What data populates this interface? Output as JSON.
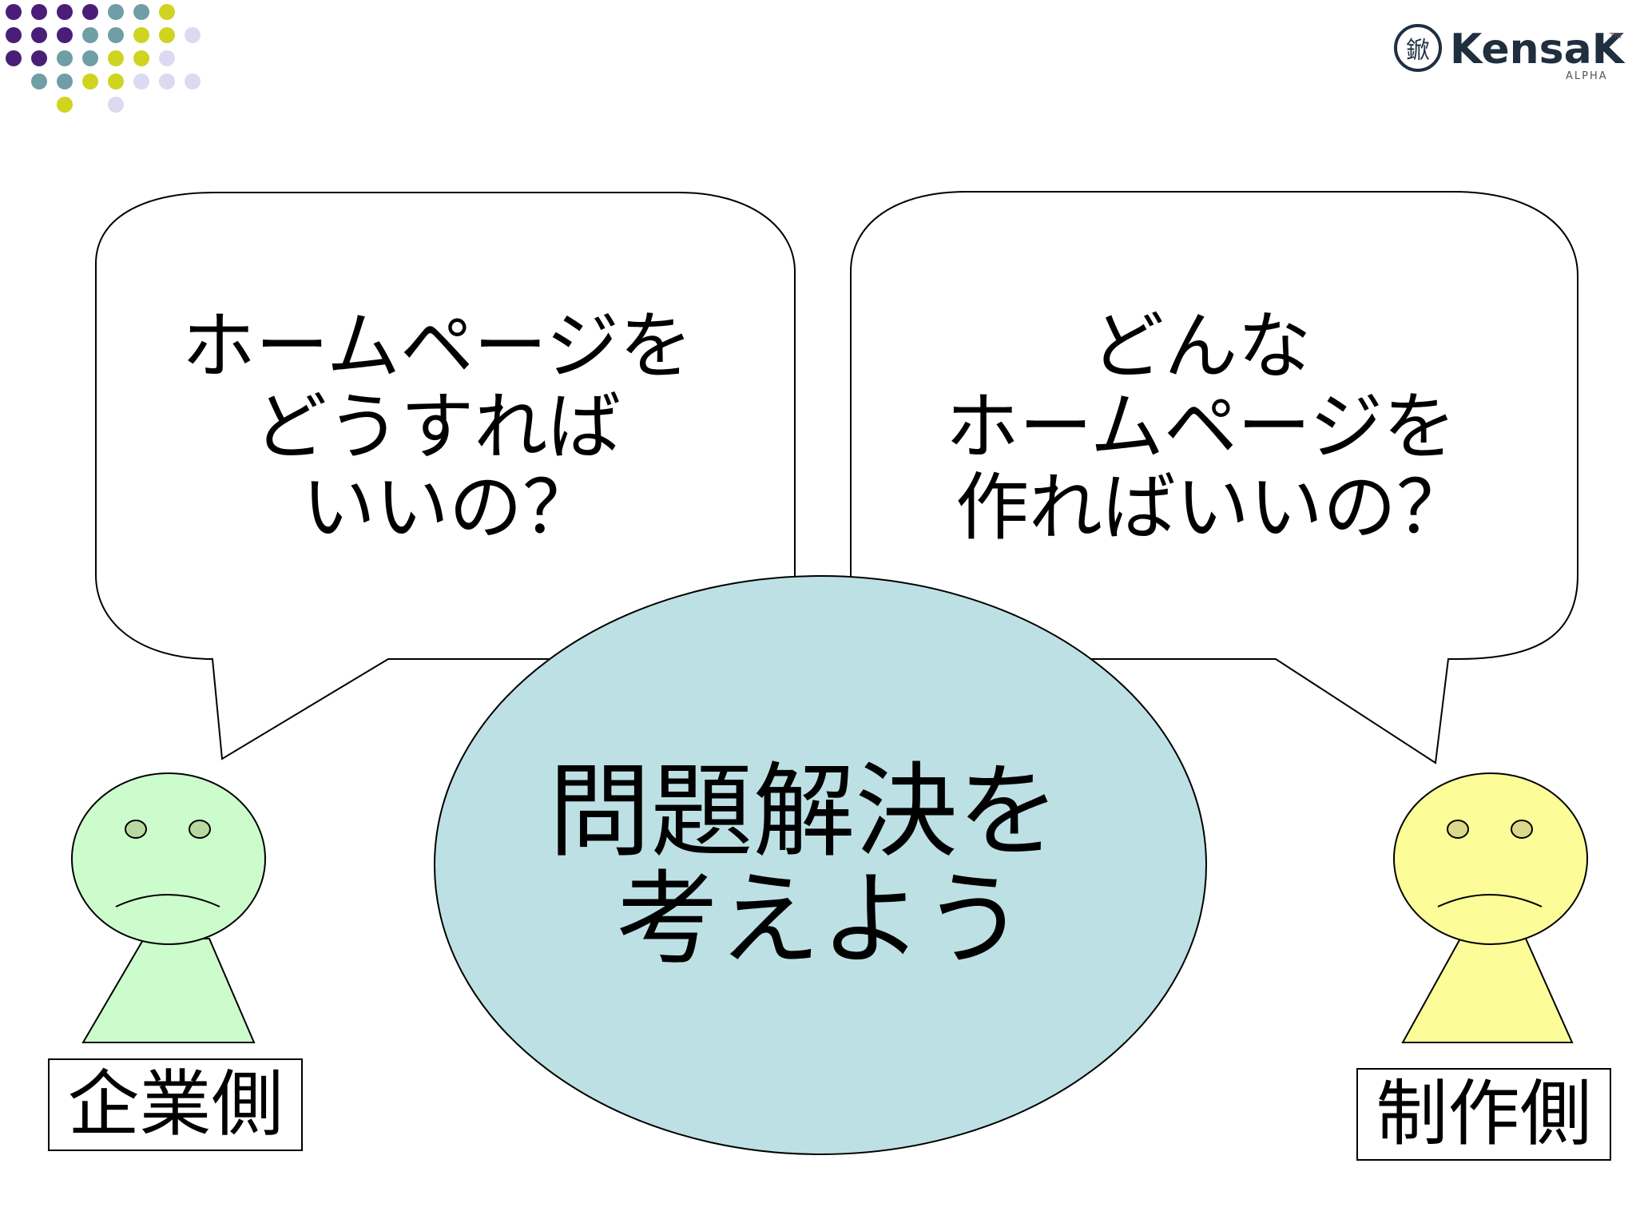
{
  "logo": {
    "mark": "鍁",
    "name": "KensaK",
    "trademark": "TM",
    "edition": "ALPHA"
  },
  "decor": {
    "dot_colors": {
      "purple": "#4a1e78",
      "teal": "#6f9ea6",
      "yellow": "#cfd421",
      "lavender": "#dcdaf0"
    }
  },
  "bubbles": {
    "left": {
      "lines": [
        "ホームページを",
        "どうすれば",
        "いいの？"
      ]
    },
    "right": {
      "lines": [
        "どんな",
        "ホームページを",
        "作ればいいの？"
      ]
    }
  },
  "center": {
    "lines": [
      "問題解決を",
      "考えよう"
    ],
    "fill": "#bde0e4"
  },
  "characters": {
    "left": {
      "label": "企業側",
      "fill": "#ccfccc"
    },
    "right": {
      "label": "制作側",
      "fill": "#fcfc99"
    }
  }
}
